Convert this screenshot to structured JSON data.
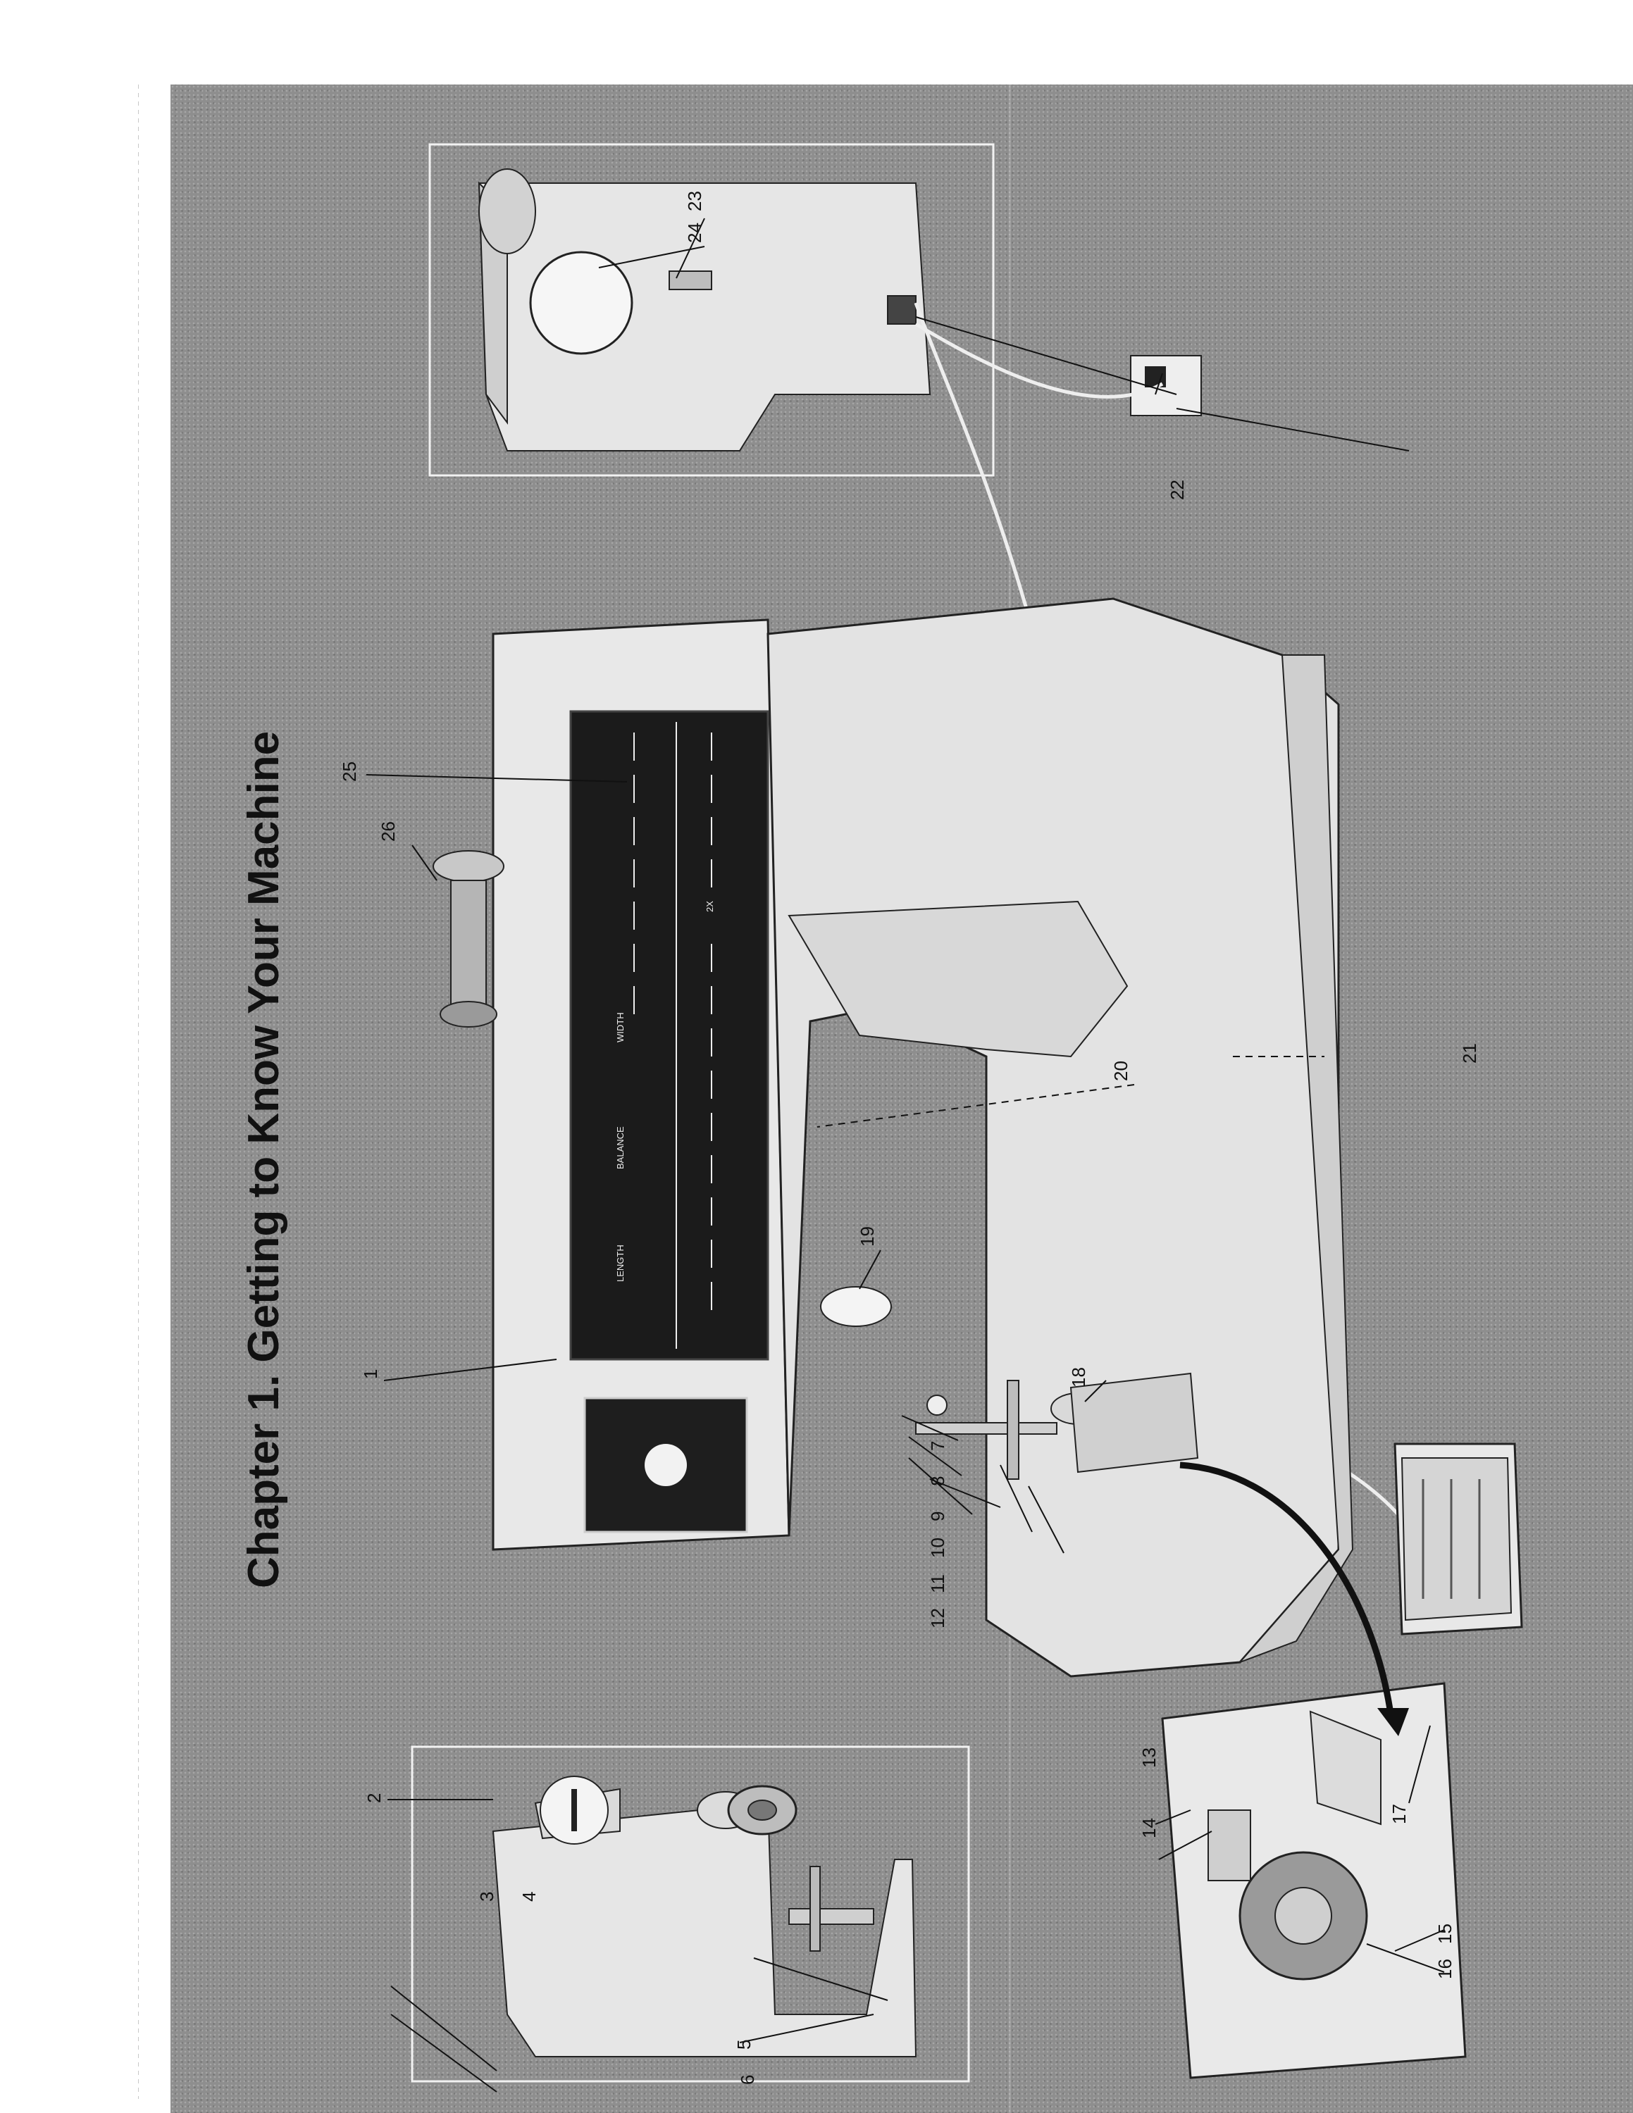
{
  "title": "Chapter 1. Getting to Know Your Machine",
  "callouts": [
    "1",
    "2",
    "3",
    "4",
    "5",
    "6",
    "7",
    "8",
    "9",
    "10",
    "11",
    "12",
    "13",
    "14",
    "15",
    "16",
    "17",
    "18",
    "19",
    "20",
    "21",
    "22",
    "23",
    "24",
    "25",
    "26"
  ],
  "panel": {
    "length_label": "LENGTH",
    "balance_label": "BALANCE",
    "width_label": "WIDTH",
    "twice_label": "2X"
  },
  "colors": {
    "background": "#8e8e8e",
    "machine_body": "#e6e6e6",
    "panel_dark": "#1b1b1b",
    "ink": "#111111"
  }
}
